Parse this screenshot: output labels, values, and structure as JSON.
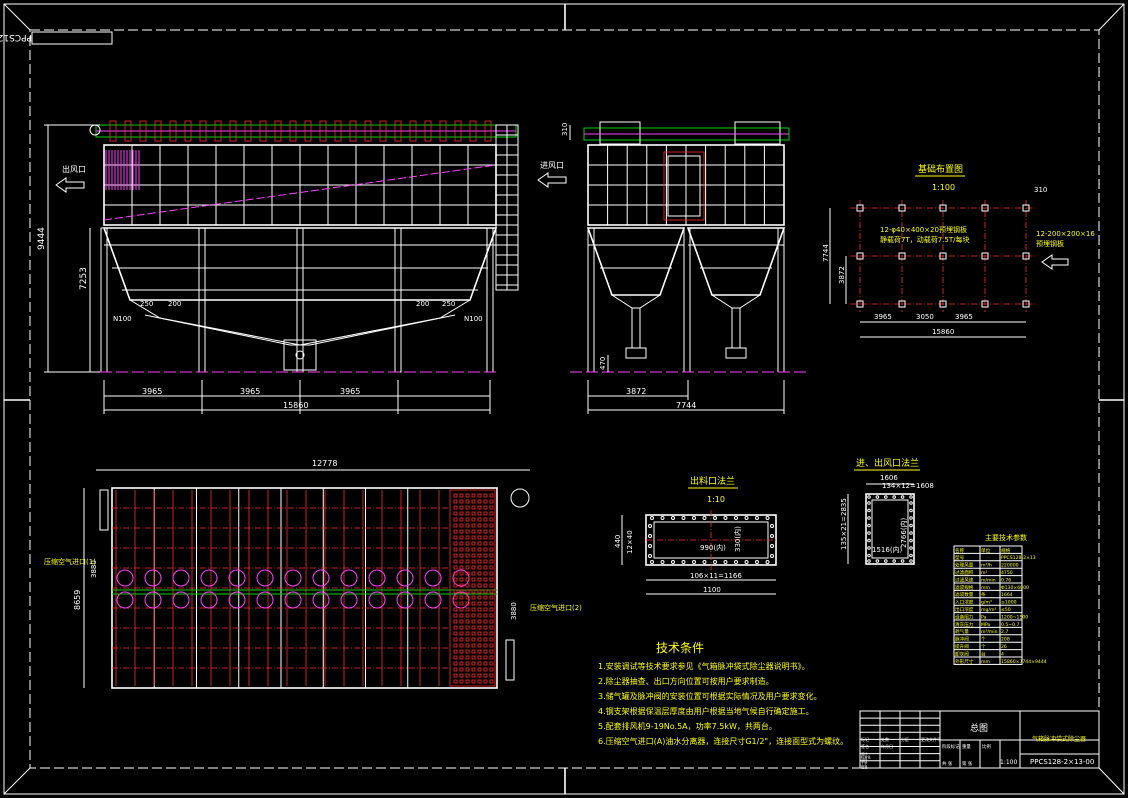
{
  "drawing_code": "PPCS128-2×13-00",
  "front_view": {
    "outlet_label": "出风口",
    "dim_total_height": "9444",
    "dim_hopper_height": "7253",
    "flange_left": "N100",
    "flange_right": "N100",
    "dim_small_left": "250",
    "dim_small_left2": "200",
    "dim_small_right": "200",
    "dim_small_right2": "250",
    "spans": [
      "3965",
      "3965",
      "3965"
    ],
    "total_width": "15860"
  },
  "side_view": {
    "inlet_label": "进风口",
    "dim_top": "310",
    "dim_leg": "470",
    "dim_half": "3872",
    "dim_total": "7744"
  },
  "foundation": {
    "title": "基础布置图",
    "scale": "1:100",
    "note_line1": "12-φ40×400×20预埋钢板",
    "note_line2": "静载荷7T，动载荷7.5T/每块",
    "note_right": "12-200×200×16",
    "note_right2": "预埋钢板",
    "dim_310": "310",
    "dim_height_total": "7744",
    "dim_height_half": "3872",
    "spans": [
      "3965",
      "3050",
      "3965"
    ],
    "total": "15860"
  },
  "plan_view": {
    "dim_length": "12778",
    "dim_width": "8659",
    "dim_side": "3880",
    "label_air_in": "压缩空气进口(1)",
    "label_air_in2": "压缩空气进口(2)",
    "dim_side2": "3880"
  },
  "discharge_flange": {
    "title": "出料口法兰",
    "scale": "1:10",
    "dim_inner": "990(内)",
    "dim_height": "330(内)",
    "dim_left": "440",
    "dim_left2": "12×40",
    "dim_bottom": "106×11=1166",
    "dim_total": "1100"
  },
  "inlet_flange": {
    "title": "进、出风口法兰",
    "dim_top": "1606",
    "dim_top2": "134×12=1608",
    "dim_left": "135×21=2835",
    "dim_inner": "2766(内)",
    "dim_inner2": "1516(内)"
  },
  "tech_table": {
    "title": "主要技术参数",
    "headers": [
      "名称",
      "单位",
      "规格"
    ],
    "rows": [
      [
        "型号",
        "",
        "PPCS128-2×13"
      ],
      [
        "处理风量",
        "m³/h",
        "220000"
      ],
      [
        "过滤面积",
        "m²",
        "4750"
      ],
      [
        "过滤风速",
        "m/min",
        "0.76"
      ],
      [
        "滤袋规格",
        "mm",
        "Φ130×6000"
      ],
      [
        "滤袋数量",
        "条",
        "1664"
      ],
      [
        "入口浓度",
        "g/m³",
        "≤1000"
      ],
      [
        "出口浓度",
        "mg/m³",
        "≤50"
      ],
      [
        "设备阻力",
        "Pa",
        "1200~1500"
      ],
      [
        "清灰压力",
        "MPa",
        "0.5~0.7"
      ],
      [
        "耗气量",
        "m³/min",
        "2.7"
      ],
      [
        "脉冲阀",
        "个",
        "208"
      ],
      [
        "提升阀",
        "个",
        "26"
      ],
      [
        "卸灰阀",
        "台",
        "4"
      ],
      [
        "外形尺寸",
        "mm",
        "15860×7744×9444"
      ]
    ]
  },
  "tech_notes": {
    "title": "技术条件",
    "lines": [
      "1.安装调试等技术要求参见《气箱脉冲袋式除尘器说明书》。",
      "2.除尘器抽查、出口方向位置可按用户要求制造。",
      "3.储气罐及脉冲阀的安装位置可根据实际情况及用户要求变化。",
      "4.钢支架根据保温层厚度由用户根据当地气候自行确定施工。",
      "5.配套排风机9-19No.5A，功率7.5kW，共两台。",
      "6.压缩空气进口(A)油水分离器，连接尺寸G1/2\"，连接面型式为螺纹。"
    ]
  },
  "title_block": {
    "name": "总图",
    "product": "气箱脉冲袋式除尘器",
    "code": "PPCS128-2×13-00",
    "cell_labels": [
      "标记",
      "处数",
      "分区",
      "更改文件号",
      "签名",
      "年月日",
      "设计",
      "标准化",
      "审核",
      "工艺",
      "批准",
      "阶段标记",
      "重量",
      "比例",
      "共 张",
      "第 张"
    ],
    "scale": "1:100"
  }
}
